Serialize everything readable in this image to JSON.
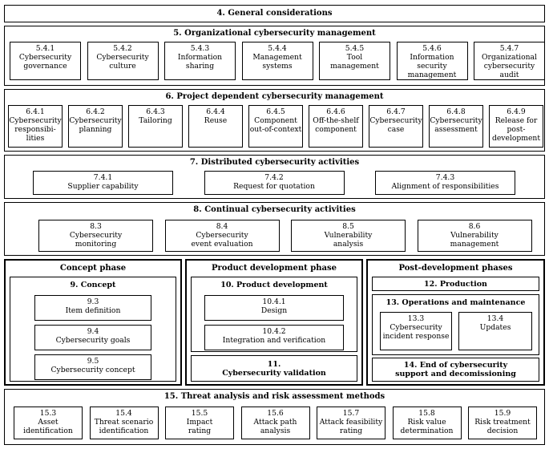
{
  "general": {
    "title": "4. General considerations"
  },
  "org": {
    "title": "5. Organizational cybersecurity management",
    "items": [
      {
        "num": "5.4.1",
        "label": "Cybersecurity\ngovernance"
      },
      {
        "num": "5.4.2",
        "label": "Cybersecurity\nculture"
      },
      {
        "num": "5.4.3",
        "label": "Information\nsharing"
      },
      {
        "num": "5.4.4",
        "label": "Management\nsystems"
      },
      {
        "num": "5.4.5",
        "label": "Tool\nmanagement"
      },
      {
        "num": "5.4.6",
        "label": "Information\nsecurity\nmanagement"
      },
      {
        "num": "5.4.7",
        "label": "Organizational\ncybersecurity\naudit"
      }
    ]
  },
  "project": {
    "title": "6. Project dependent cybersecurity management",
    "items": [
      {
        "num": "6.4.1",
        "label": "Cybersecurity\nresponsibi-\nlities"
      },
      {
        "num": "6.4.2",
        "label": "Cybersecurity\nplanning"
      },
      {
        "num": "6.4.3",
        "label": "Tailoring"
      },
      {
        "num": "6.4.4",
        "label": "Reuse"
      },
      {
        "num": "6.4.5",
        "label": "Component\nout-of-context"
      },
      {
        "num": "6.4.6",
        "label": "Off-the-shelf\ncomponent"
      },
      {
        "num": "6.4.7",
        "label": "Cybersecurity\ncase"
      },
      {
        "num": "6.4.8",
        "label": "Cybersecurity\nassessment"
      },
      {
        "num": "6.4.9",
        "label": "Release for\npost-\ndevelopment"
      }
    ]
  },
  "distributed": {
    "title": "7. Distributed cybersecurity activities",
    "items": [
      {
        "num": "7.4.1",
        "label": "Supplier capability"
      },
      {
        "num": "7.4.2",
        "label": "Request for quotation"
      },
      {
        "num": "7.4.3",
        "label": "Alignment of responsibilities"
      }
    ]
  },
  "continual": {
    "title": "8. Continual cybersecurity activities",
    "items": [
      {
        "num": "8.3",
        "label": "Cybersecurity\nmonitoring"
      },
      {
        "num": "8.4",
        "label": "Cybersecurity\nevent evaluation"
      },
      {
        "num": "8.5",
        "label": "Vulnerability\nanalysis"
      },
      {
        "num": "8.6",
        "label": "Vulnerability\nmanagement"
      }
    ]
  },
  "concept_phase": {
    "title": "Concept phase",
    "group_title": "9. Concept",
    "items": [
      {
        "num": "9.3",
        "label": "Item definition"
      },
      {
        "num": "9.4",
        "label": "Cybersecurity goals"
      },
      {
        "num": "9.5",
        "label": "Cybersecurity concept"
      }
    ]
  },
  "product_phase": {
    "title": "Product development phase",
    "group_title": "10. Product development",
    "items": [
      {
        "num": "10.4.1",
        "label": "Design"
      },
      {
        "num": "10.4.2",
        "label": "Integration and verification"
      }
    ],
    "validation": "11.\nCybersecurity validation"
  },
  "post_phase": {
    "title": "Post-development phases",
    "production": "12. Production",
    "ops_title": "13. Operations and maintenance",
    "ops_items": [
      {
        "num": "13.3",
        "label": "Cybersecurity\nincident response"
      },
      {
        "num": "13.4",
        "label": "Updates"
      }
    ],
    "end": "14. End of cybersecurity\nsupport and decomissioning"
  },
  "tara": {
    "title": "15. Threat analysis and risk assessment methods",
    "items": [
      {
        "num": "15.3",
        "label": "Asset\nidentification"
      },
      {
        "num": "15.4",
        "label": "Threat scenario\nidentification"
      },
      {
        "num": "15.5",
        "label": "Impact\nrating"
      },
      {
        "num": "15.6",
        "label": "Attack path\nanalysis"
      },
      {
        "num": "15.7",
        "label": "Attack feasibility\nrating"
      },
      {
        "num": "15.8",
        "label": "Risk value\ndetermination"
      },
      {
        "num": "15.9",
        "label": "Risk treatment\ndecision"
      }
    ]
  }
}
